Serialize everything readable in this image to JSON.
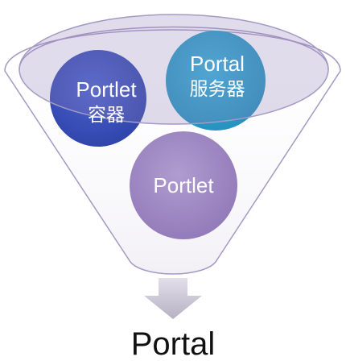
{
  "funnel": {
    "inputs": [
      {
        "line1": "Portlet",
        "line2": "容器",
        "color": "#3f56c2"
      },
      {
        "line1": "Portal",
        "line2": "服务器",
        "color": "#2ea4cf"
      },
      {
        "line1": "Portlet",
        "line2": "",
        "color": "#a088c2"
      }
    ],
    "rim_color": "#a49ac4",
    "arrow_color": "#c4bfcf"
  },
  "output": {
    "label": "Portal"
  }
}
